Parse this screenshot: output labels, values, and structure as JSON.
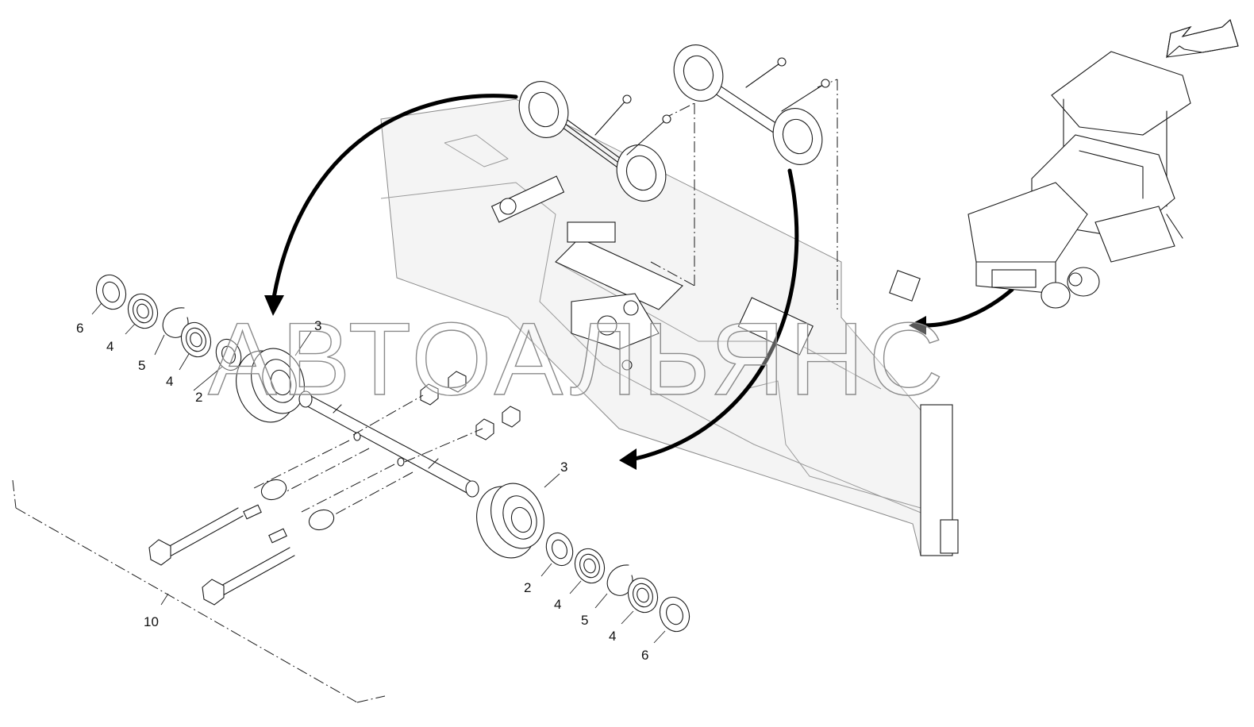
{
  "watermark": {
    "text": "АВТОАЛЬЯНС"
  },
  "callouts": [
    {
      "id": "c-6-left",
      "label": "6"
    },
    {
      "id": "c-4-left-a",
      "label": "4"
    },
    {
      "id": "c-5-left",
      "label": "5"
    },
    {
      "id": "c-4-left-b",
      "label": "4"
    },
    {
      "id": "c-2-left",
      "label": "2"
    },
    {
      "id": "c-3-left",
      "label": "3"
    },
    {
      "id": "c-3-right",
      "label": "3"
    },
    {
      "id": "c-2-right",
      "label": "2"
    },
    {
      "id": "c-4-right-a",
      "label": "4"
    },
    {
      "id": "c-5-right",
      "label": "5"
    },
    {
      "id": "c-4-right-b",
      "label": "4"
    },
    {
      "id": "c-6-right",
      "label": "6"
    },
    {
      "id": "c-10",
      "label": "10"
    }
  ],
  "colors": {
    "line": "#1a1a1a",
    "watermark_stroke": "#8a8a8a",
    "arrow": "#000000"
  }
}
